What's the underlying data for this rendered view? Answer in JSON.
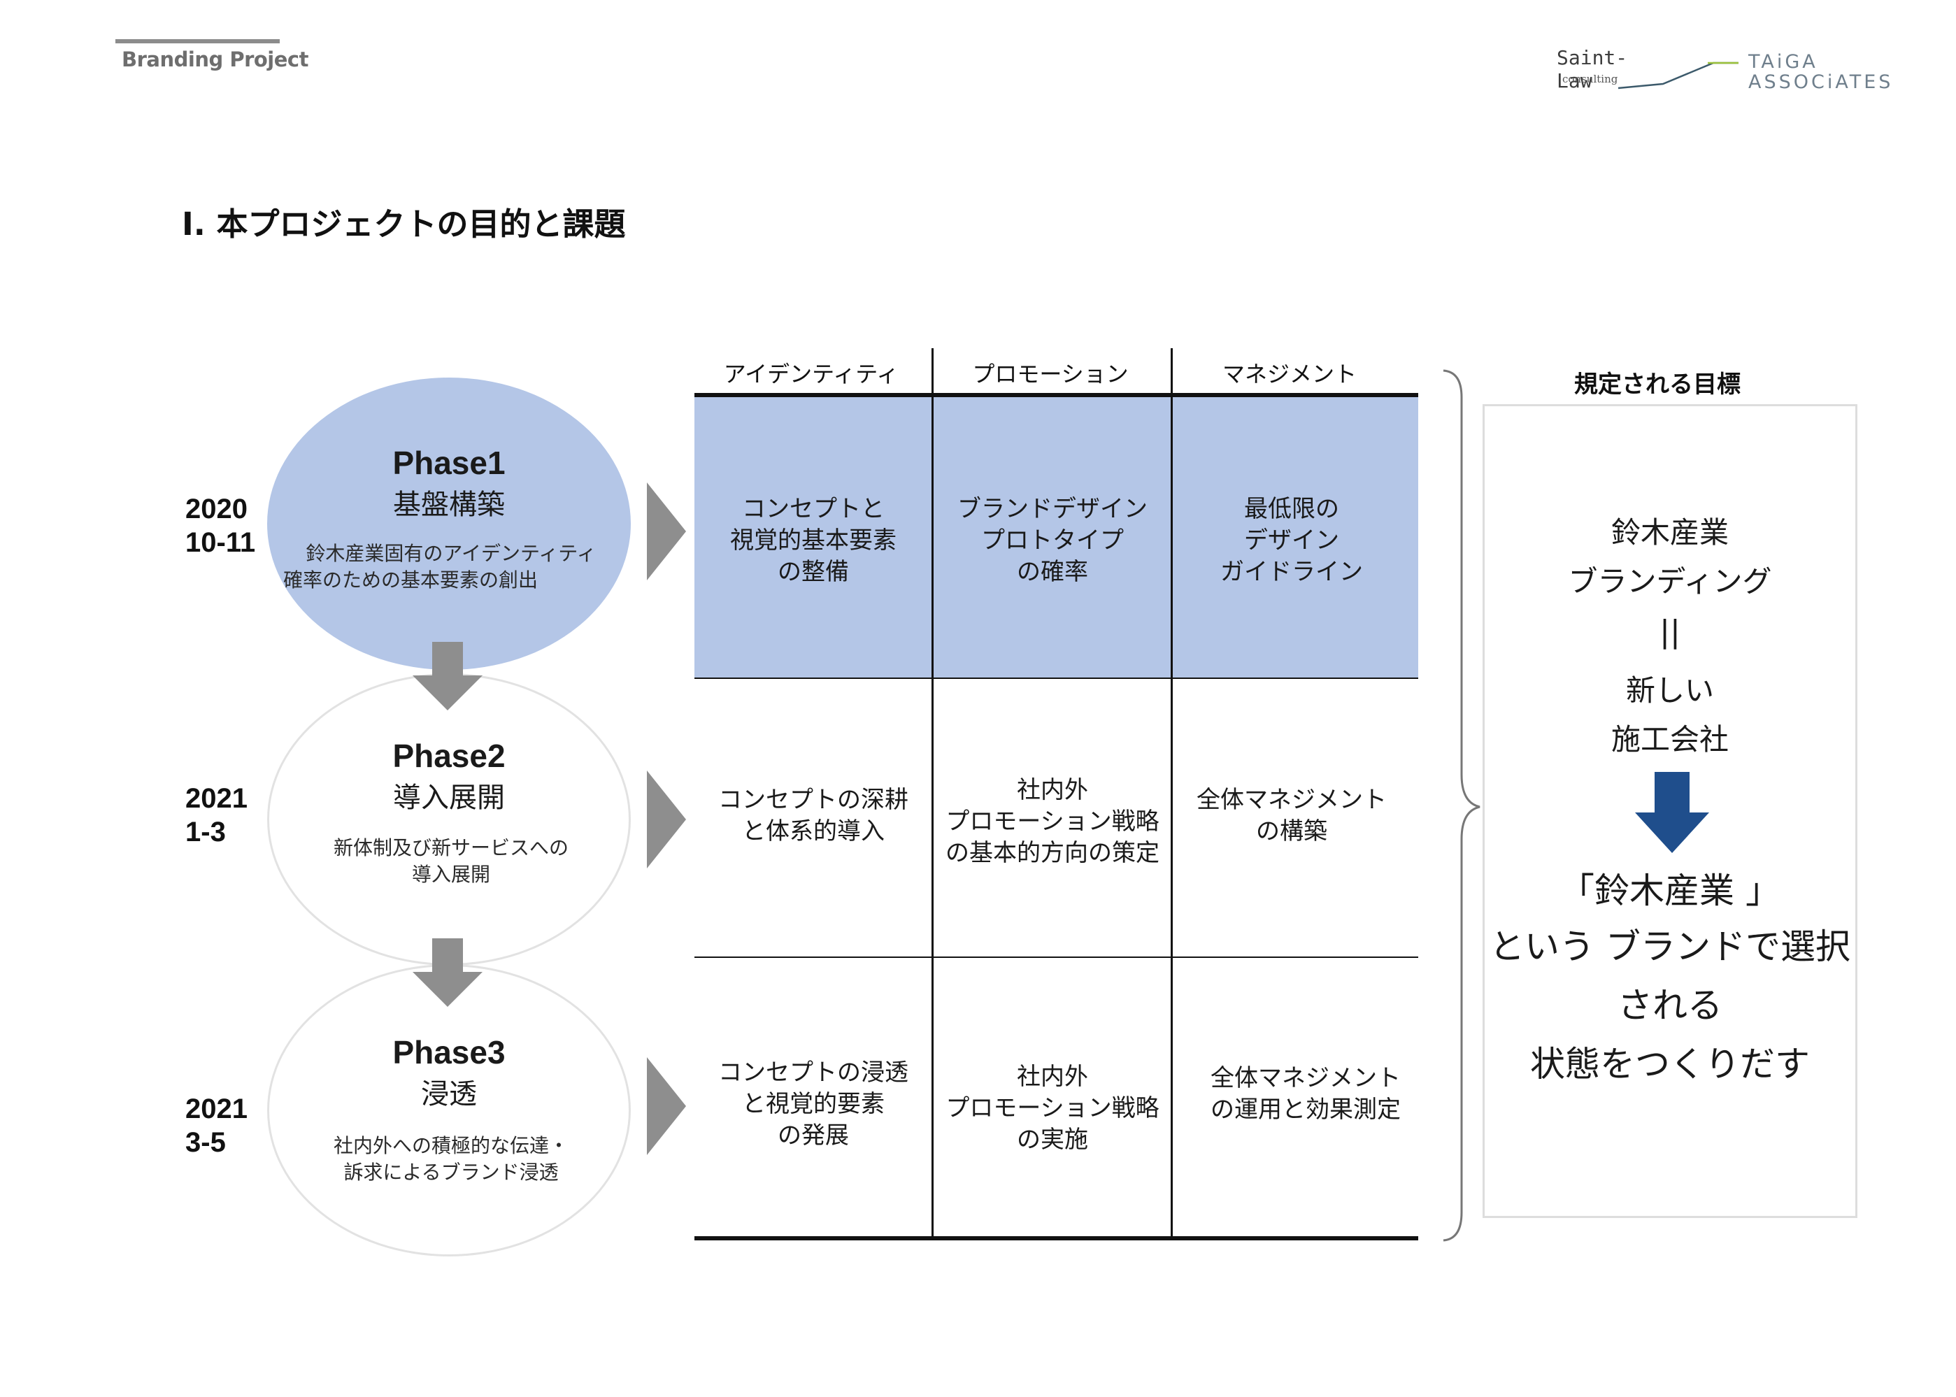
{
  "header": {
    "project_label": "Branding Project",
    "logo_saint_law": "Saint-Law",
    "logo_saint_law_sub": "consulting",
    "logo_taiga": "TAiGA",
    "logo_associates": "ASSOCiATES"
  },
  "title": "Ⅰ. 本プロジェクトの目的と課題",
  "phases": [
    {
      "name": "Phase1",
      "subtitle": "基盤構築",
      "desc_line1": "鈴木産業固有のアイデンティティ",
      "desc_line2": "確率のための基本要素の創出",
      "date_year": "2020",
      "date_range": "10-11"
    },
    {
      "name": "Phase2",
      "subtitle": "導入展開",
      "desc_line1": "新体制及び新サービスへの",
      "desc_line2": "導入展開",
      "date_year": "2021",
      "date_range": "1-3"
    },
    {
      "name": "Phase3",
      "subtitle": "浸透",
      "desc_line1": "社内外への積極的な伝達・",
      "desc_line2": "訴求によるブランド浸透",
      "date_year": "2021",
      "date_range": "3-5"
    }
  ],
  "table": {
    "headers": [
      "アイデンティティ",
      "プロモーション",
      "マネジメント"
    ],
    "rows": [
      [
        {
          "l1": "コンセプトと",
          "l2": "視覚的基本要素",
          "l3": "の整備"
        },
        {
          "l1": "ブランドデザイン",
          "l2": "プロトタイプ",
          "l3": "の確率"
        },
        {
          "l1": "最低限の",
          "l2": "デザイン",
          "l3": "ガイドライン"
        }
      ],
      [
        {
          "l1": "コンセプトの深耕",
          "l2": "と体系的導入",
          "l3": ""
        },
        {
          "l1": "社内外",
          "l2": "プロモーション戦略",
          "l3": "の基本的方向の策定"
        },
        {
          "l1": "全体マネジメント",
          "l2": "の構築",
          "l3": ""
        }
      ],
      [
        {
          "l1": "コンセプトの浸透",
          "l2": "と視覚的要素",
          "l3": "の発展"
        },
        {
          "l1": "社内外",
          "l2": "プロモーション戦略",
          "l3": "の実施"
        },
        {
          "l1": "全体マネジメント",
          "l2": "の運用と効果測定",
          "l3": ""
        }
      ]
    ]
  },
  "target": {
    "heading": "規定される目標",
    "line1": "鈴木産業",
    "line2": "ブランディング",
    "equals": "||",
    "line3": "新しい",
    "line4": "施工会社",
    "result1": "「鈴木産業 」",
    "result2": "という ブランドで選択",
    "result3": "される",
    "result4": "状態をつくりだす"
  },
  "colors": {
    "phase1_fill": "#b4c6e7",
    "highlight_row": "#b4c6e7",
    "arrow_gray": "#8e8e8e",
    "target_arrow": "#1f4e8c"
  }
}
